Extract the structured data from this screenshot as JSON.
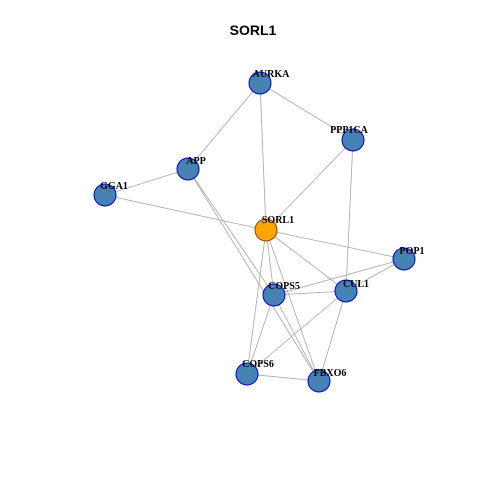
{
  "graph": {
    "title": "SORL1",
    "colors": {
      "hub_fill": "#FFA500",
      "hub_stroke": "#8B4513",
      "node_fill": "#4682B4",
      "node_stroke": "#0000CD",
      "edge": "#A6A6A6"
    },
    "nodes": [
      {
        "id": "SORL1",
        "label": "SORL1",
        "hub": true
      },
      {
        "id": "AURKA",
        "label": "AURKA",
        "hub": false
      },
      {
        "id": "PPP1CA",
        "label": "PPP1CA",
        "hub": false
      },
      {
        "id": "APP",
        "label": "APP",
        "hub": false
      },
      {
        "id": "GGA1",
        "label": "GGA1",
        "hub": false
      },
      {
        "id": "POP1",
        "label": "POP1",
        "hub": false
      },
      {
        "id": "CUL1",
        "label": "CUL1",
        "hub": false
      },
      {
        "id": "COPS5",
        "label": "COPS5",
        "hub": false
      },
      {
        "id": "COPS6",
        "label": "COPS6",
        "hub": false
      },
      {
        "id": "FBXO6",
        "label": "FBXO6",
        "hub": false
      }
    ],
    "edges": [
      [
        "AURKA",
        "PPP1CA"
      ],
      [
        "AURKA",
        "APP"
      ],
      [
        "AURKA",
        "SORL1"
      ],
      [
        "PPP1CA",
        "SORL1"
      ],
      [
        "PPP1CA",
        "CUL1"
      ],
      [
        "GGA1",
        "APP"
      ],
      [
        "GGA1",
        "SORL1"
      ],
      [
        "APP",
        "COPS5"
      ],
      [
        "APP",
        "FBXO6"
      ],
      [
        "SORL1",
        "POP1"
      ],
      [
        "SORL1",
        "CUL1"
      ],
      [
        "SORL1",
        "COPS5"
      ],
      [
        "SORL1",
        "COPS6"
      ],
      [
        "SORL1",
        "FBXO6"
      ],
      [
        "POP1",
        "CUL1"
      ],
      [
        "POP1",
        "COPS5"
      ],
      [
        "CUL1",
        "COPS5"
      ],
      [
        "CUL1",
        "COPS6"
      ],
      [
        "CUL1",
        "FBXO6"
      ],
      [
        "COPS5",
        "COPS6"
      ],
      [
        "COPS5",
        "FBXO6"
      ],
      [
        "COPS6",
        "FBXO6"
      ]
    ]
  }
}
